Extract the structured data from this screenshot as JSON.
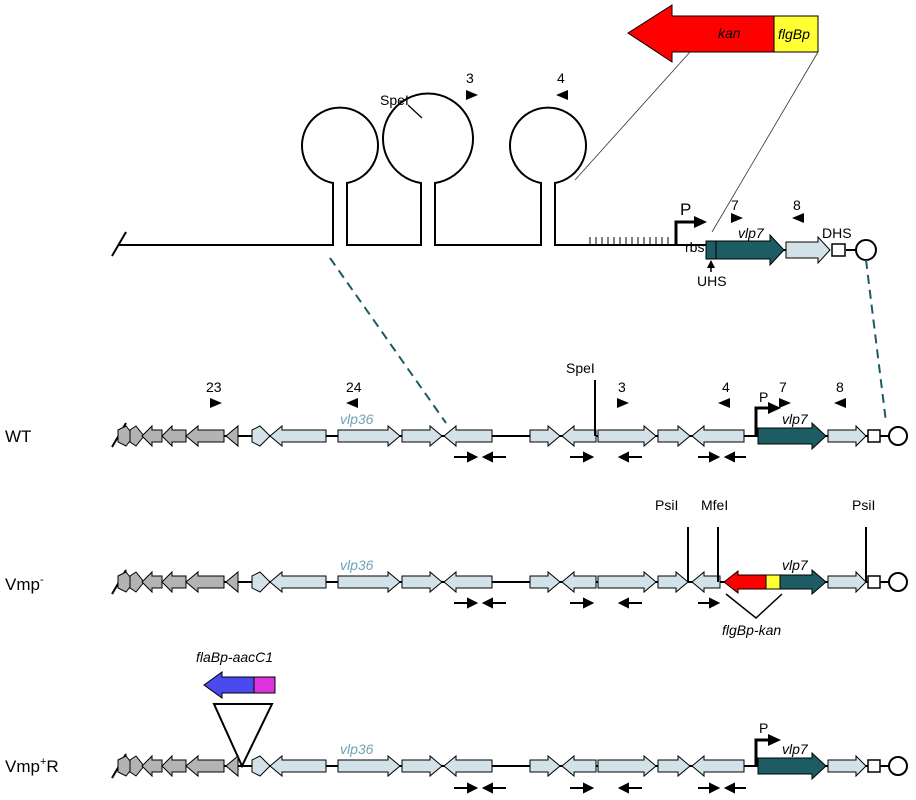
{
  "rows": {
    "wt": "WT",
    "vmp_minus": "Vmp",
    "vmp_minus_sup": "-",
    "vmp_plus": "Vmp",
    "vmp_plus_sup": "+",
    "vmp_plus_suffix": "R"
  },
  "top": {
    "kan": "kan",
    "flgbp": "flgBp",
    "spei": "SpeI",
    "p3": "3",
    "p4": "4",
    "p7": "7",
    "p8": "8",
    "P": "P",
    "rbs": "rbs",
    "vlp7": "vlp7",
    "uhs": "UHS",
    "dhs": "DHS"
  },
  "wt": {
    "p23": "23",
    "p24": "24",
    "vlp36": "vlp36",
    "spei": "SpeI",
    "p3": "3",
    "p4": "4",
    "p7": "7",
    "p8": "8",
    "P": "P",
    "vlp7": "vlp7"
  },
  "vmpm": {
    "psil1": "PsiI",
    "mfei": "MfeI",
    "psil2": "PsiI",
    "vlp36": "vlp36",
    "vlp7": "vlp7",
    "flgbpkan": "flgBp-kan"
  },
  "vmpp": {
    "flabp": "flaBp-aacC1",
    "vlp36": "vlp36",
    "P": "P",
    "vlp7": "vlp7"
  },
  "colors": {
    "red": "#ff0000",
    "yellow": "#ffff33",
    "teal": "#1d5c63",
    "light": "#d3e2e8",
    "grey": "#b3b3b3",
    "blue": "#4a4aee",
    "magenta": "#dd33dd"
  }
}
